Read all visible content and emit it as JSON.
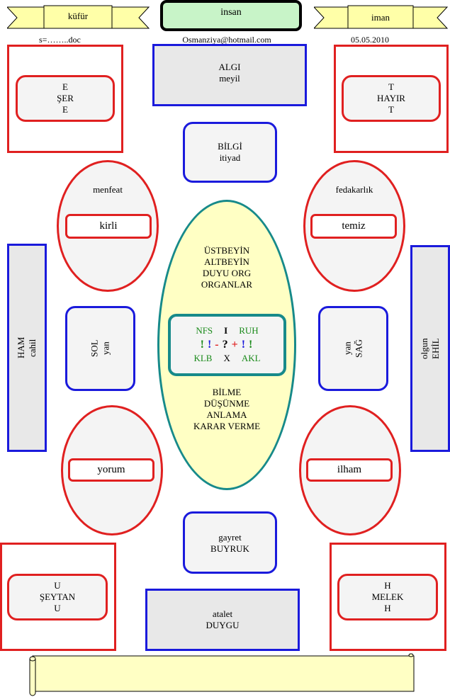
{
  "header": {
    "left_banner": "küfür",
    "center_title": "insan",
    "right_banner": "iman",
    "file_label": "s=……..doc",
    "email": "Osmanziya@hotmail.com",
    "date": "05.05.2010"
  },
  "top": {
    "algi": [
      "ALGI",
      "meyil"
    ],
    "bilgi": [
      "BİLGİ",
      "itiyad"
    ]
  },
  "corners": {
    "top_left": [
      "E",
      "ŞER",
      "E"
    ],
    "top_right": [
      "T",
      "HAYIR",
      "T"
    ],
    "bottom_left": [
      "U",
      "ŞEYTAN",
      "U"
    ],
    "bottom_right": [
      "H",
      "MELEK",
      "H"
    ]
  },
  "ovals": {
    "top_left": {
      "caption": "menfeat",
      "label": "kirli"
    },
    "top_right": {
      "caption": "fedakarlık",
      "label": "temiz"
    },
    "bottom_left": {
      "label": "yorum"
    },
    "bottom_right": {
      "label": "ilham"
    }
  },
  "sides": {
    "left_bar": [
      "HAM",
      "cahil"
    ],
    "left_box": [
      "SOL",
      "yan"
    ],
    "right_box": [
      "yan",
      "SAĞ"
    ],
    "right_bar": [
      "olgun",
      "EHİL"
    ]
  },
  "center": {
    "upper_lines": [
      "ÜSTBEYİN",
      "ALTBEYİN",
      "DUYU ORG",
      "ORGANLAR"
    ],
    "inner": {
      "row1": [
        "NFS",
        "I",
        "RUH"
      ],
      "row2": [
        "!",
        "!",
        "-",
        "?",
        "+",
        "!",
        "!"
      ],
      "row3": [
        "KLB",
        "X",
        "AKL"
      ]
    },
    "lower_lines": [
      "BİLME",
      "DÜŞÜNME",
      "ANLAMA",
      "KARAR VERME"
    ]
  },
  "bottom": {
    "gayret": [
      "gayret",
      "BUYRUK"
    ],
    "atalet": [
      "atalet",
      "DUYGU"
    ]
  },
  "colors": {
    "red": "#e02020",
    "blue": "#1a1adc",
    "teal": "#178a8a",
    "green": "#1a8a1a"
  }
}
